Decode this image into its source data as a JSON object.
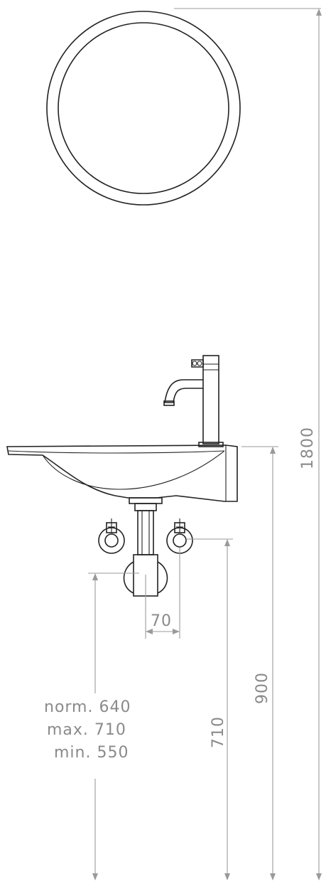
{
  "colors": {
    "line": "#222222",
    "dimension": "#9a9a9a",
    "dimension_text": "#8a8a8a",
    "background": "#ffffff"
  },
  "dimensions": {
    "total_height": "1800",
    "basin_height": "900",
    "valve_height": "710",
    "valve_spacing": "70",
    "trap_heights": {
      "norm": "norm. 640",
      "max": "max. 710",
      "min": "min. 550"
    }
  }
}
